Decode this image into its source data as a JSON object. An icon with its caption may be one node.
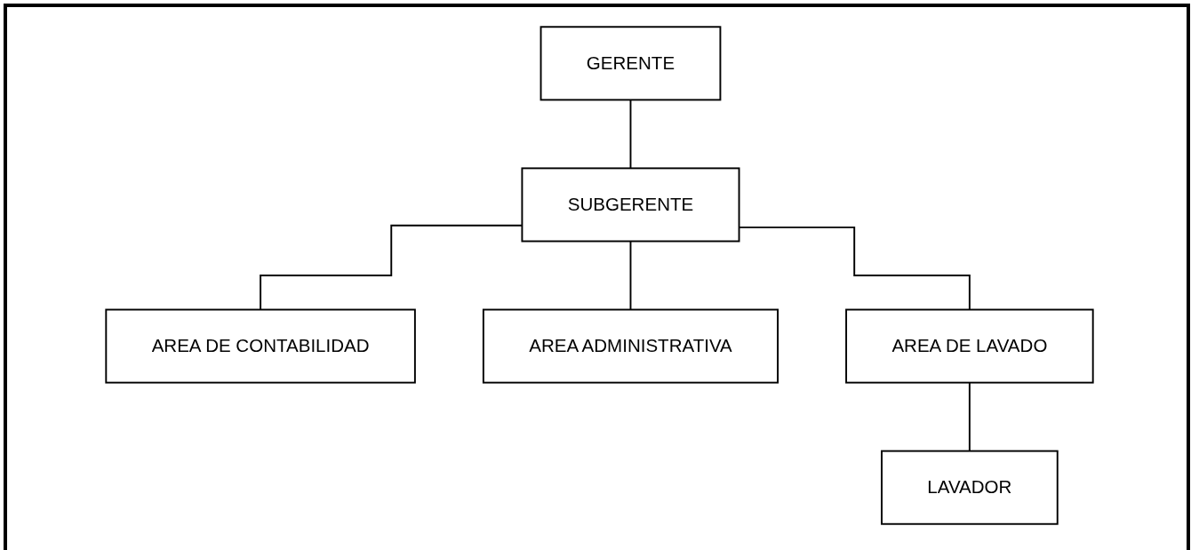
{
  "diagram": {
    "nodes": [
      {
        "text": [
          "GERENTE"
        ]
      },
      {
        "text": [
          "SUBGERENTE"
        ]
      },
      {
        "text": [
          "AREA DE CONTABILIDAD"
        ]
      },
      {
        "text": [
          "AREA ADMINISTRATIVA"
        ]
      },
      {
        "text": [
          "AREA DE LAVADO"
        ]
      },
      {
        "text": [
          "LAVADOR"
        ]
      }
    ],
    "edges": [
      {
        "from": 0,
        "to": 1,
        "arrow": "none"
      },
      {
        "from": 1,
        "to": 2,
        "arrow": "none"
      },
      {
        "from": 1,
        "to": 3,
        "arrow": "none"
      },
      {
        "from": 1,
        "to": 4,
        "arrow": "none"
      },
      {
        "from": 4,
        "to": 5,
        "arrow": "none"
      }
    ]
  }
}
